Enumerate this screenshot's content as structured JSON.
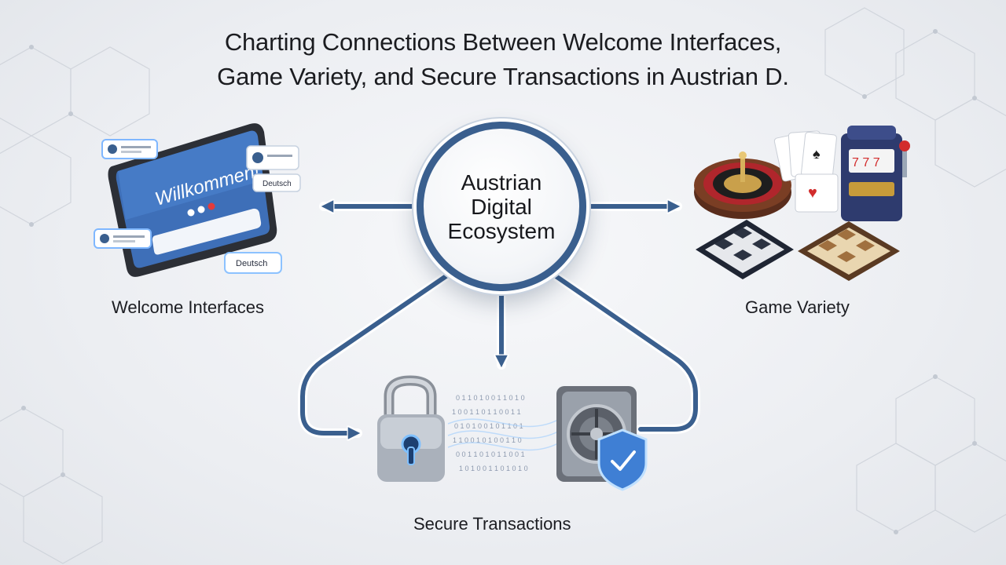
{
  "title": {
    "line1": "Charting Connections Between Welcome Interfaces,",
    "line2": "Game Variety, and Secure Transactions in Austrian D."
  },
  "hub": {
    "label": "Austrian Digital Ecosystem"
  },
  "nodes": {
    "welcome": {
      "label": "Welcome Interfaces",
      "screen_greeting": "Willkommen!",
      "language_chip_1": "Deutsch",
      "language_chip_2": "Deutsch"
    },
    "games": {
      "label": "Game Variety"
    },
    "secure": {
      "label": "Secure Transactions"
    }
  },
  "colors": {
    "connector": "#3a5f8e",
    "connector_outline": "#ffffff",
    "hub_ring": "#3a5f8e",
    "accent_glow": "#6fb4ff"
  },
  "icons": [
    "tablet-icon",
    "user-profile-chip-icon",
    "roulette-wheel-icon",
    "playing-cards-icon",
    "slot-machine-icon",
    "chess-board-icon",
    "padlock-icon",
    "vault-icon",
    "shield-icon"
  ]
}
